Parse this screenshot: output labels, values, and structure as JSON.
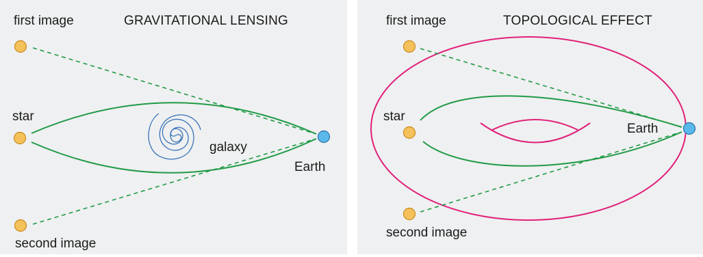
{
  "colors": {
    "background": "#eff0f1",
    "star_fill": "#f5c15a",
    "star_stroke": "#c98a1c",
    "earth_fill": "#5bb8ea",
    "earth_stroke": "#2a6fa8",
    "light_path": "#1f9a46",
    "galaxy": "#3a73b8",
    "topology": "#e0207a"
  },
  "left_panel": {
    "title": "GRAVITATIONAL LENSING",
    "first_image_label": "first image",
    "second_image_label": "second image",
    "star_label": "star",
    "galaxy_label": "galaxy",
    "earth_label": "Earth"
  },
  "right_panel": {
    "title": "TOPOLOGICAL EFFECT",
    "first_image_label": "first image",
    "second_image_label": "second image",
    "star_label": "star",
    "earth_label": "Earth"
  }
}
